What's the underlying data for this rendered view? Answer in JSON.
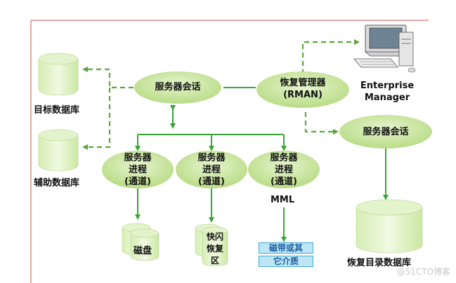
{
  "nodes": {
    "session_top": "服务器会话",
    "rman_line1": "恢复管理器",
    "rman_line2": "(RMAN)",
    "enterprise_line1": "Enterprise",
    "enterprise_line2": "Manager",
    "session_right": "服务器会话",
    "target_db": "目标数据库",
    "aux_db": "辅助数据库",
    "catalog_db": "恢复目录数据库",
    "proc1": [
      "服务器",
      "进程",
      "(通道)"
    ],
    "proc2": [
      "服务器",
      "进程",
      "(通道)"
    ],
    "proc3": [
      "服务器",
      "进程",
      "(通道)"
    ],
    "mml": "MML",
    "disk": "磁盘",
    "fra": [
      "快闪",
      "恢复",
      "区"
    ],
    "tape_line1": "磁带或其",
    "tape_line2": "它介质"
  },
  "watermark": "@51CTO博客",
  "colors": {
    "ellipse_fill": "#c8e59a",
    "arrow_green": "#3aa535",
    "dashed_green": "#5aa638",
    "frame_red": "#d9534f"
  }
}
